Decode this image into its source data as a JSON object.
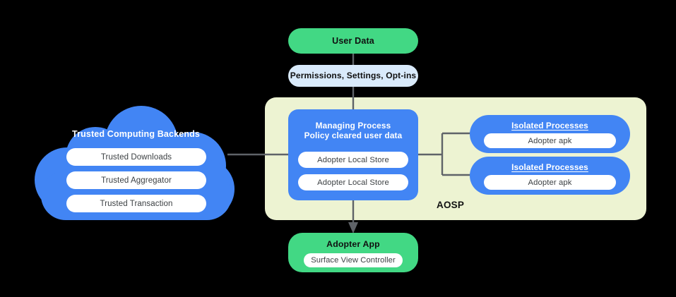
{
  "diagram": {
    "title": "AOSP Adopter Data Flow Architecture",
    "background_color": "#000000",
    "colors": {
      "green": "#42D884",
      "blue": "#4285F4",
      "light_blue": "#D9EAFB",
      "pale_yellow": "#EDF3D2",
      "connector_gray": "#5F6368",
      "pill_white": "#FFFFFF"
    }
  },
  "user_data": {
    "label": "User Data"
  },
  "permissions": {
    "label": "Permissions,  Settings, Opt-ins"
  },
  "aosp": {
    "label": "AOSP"
  },
  "cloud": {
    "title": "Trusted Computing Backends",
    "items": [
      {
        "label": "Trusted Downloads"
      },
      {
        "label": "Trusted Aggregator"
      },
      {
        "label": "Trusted Transaction"
      }
    ]
  },
  "managing_process": {
    "title_line1": "Managing Process",
    "title_line2": "Policy cleared user data",
    "items": [
      {
        "label": "Adopter Local Store"
      },
      {
        "label": "Adopter Local Store"
      }
    ]
  },
  "isolated_processes": [
    {
      "title": "Isolated Processes",
      "item": "Adopter apk"
    },
    {
      "title": "Isolated Processes",
      "item": "Adopter apk"
    }
  ],
  "adopter_app": {
    "title": "Adopter App",
    "item": "Surface View Controller"
  }
}
